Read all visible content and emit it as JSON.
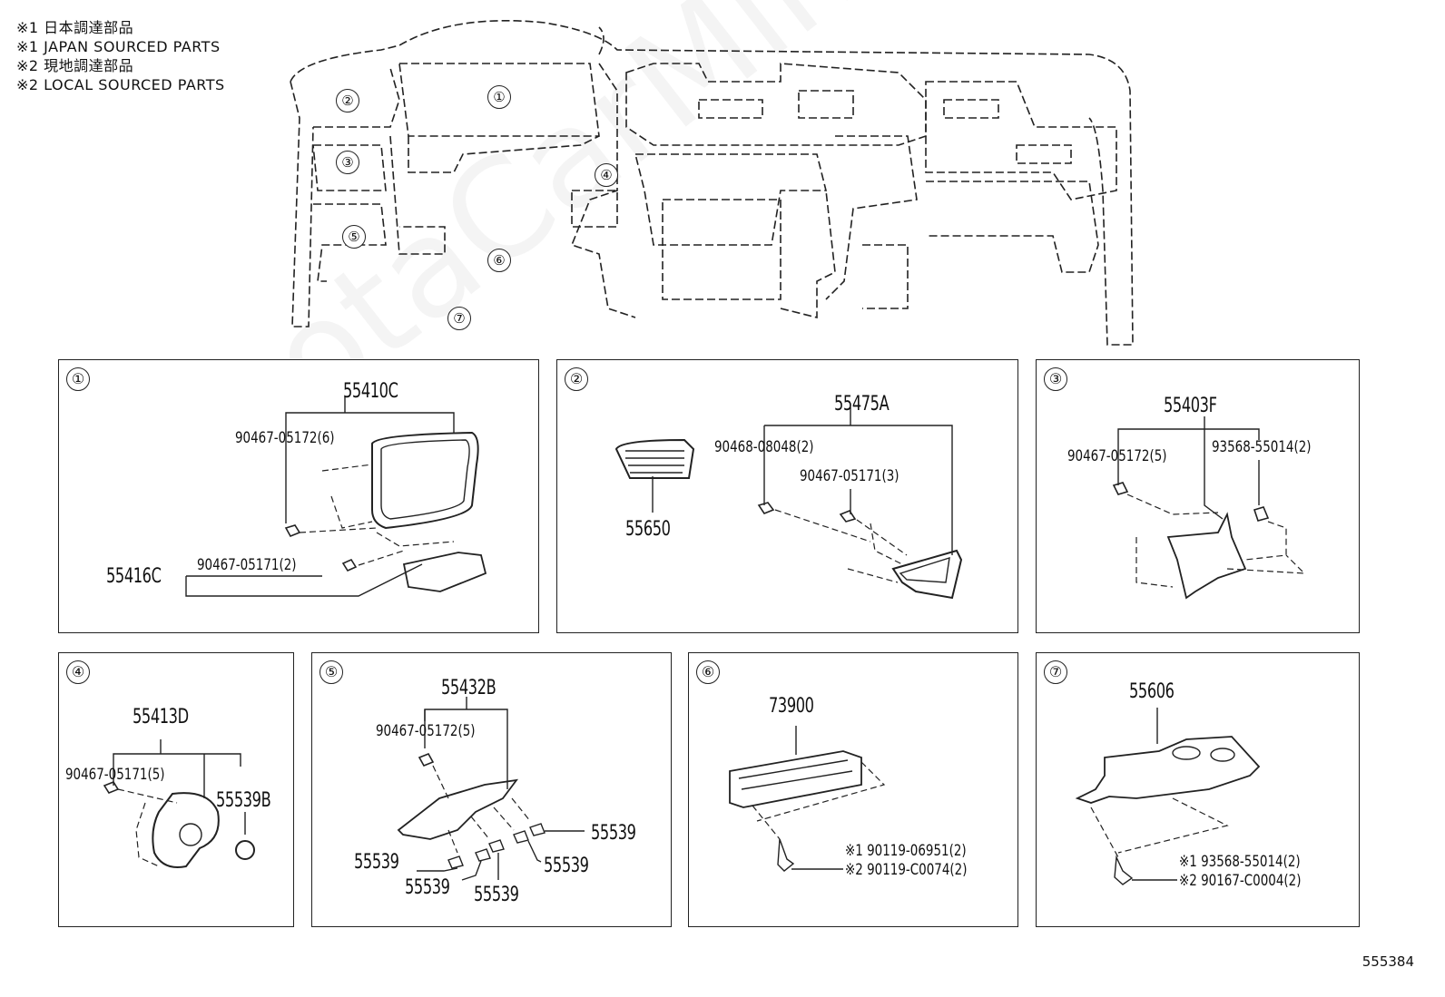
{
  "legend": [
    "※1 日本調達部品",
    "※1 JAPAN SOURCED PARTS",
    "※2 現地調達部品",
    "※2 LOCAL SOURCED PARTS"
  ],
  "overview_callouts": [
    "①",
    "②",
    "③",
    "④",
    "⑤",
    "⑥",
    "⑦"
  ],
  "panels": {
    "p1": {
      "index": "①",
      "labels": [
        "55410C",
        "90467-05172(6)",
        "90467-05171(2)",
        "55416C"
      ]
    },
    "p2": {
      "index": "②",
      "labels": [
        "55475A",
        "90468-08048(2)",
        "90467-05171(3)",
        "55650"
      ]
    },
    "p3": {
      "index": "③",
      "labels": [
        "55403F",
        "90467-05172(5)",
        "93568-55014(2)"
      ]
    },
    "p4": {
      "index": "④",
      "labels": [
        "55413D",
        "90467-05171(5)",
        "55539B"
      ]
    },
    "p5": {
      "index": "⑤",
      "labels": [
        "55432B",
        "90467-05172(5)",
        "55539",
        "55539",
        "55539",
        "55539",
        "55539"
      ]
    },
    "p6": {
      "index": "⑥",
      "labels": [
        "73900",
        "※1 90119-06951(2)",
        "※2 90119-C0074(2)"
      ]
    },
    "p7": {
      "index": "⑦",
      "labels": [
        "55606",
        "※1 93568-55014(2)",
        "※2 90167-C0004(2)"
      ]
    }
  },
  "diagram_code": "555384",
  "watermark": "ToyotaCarMine.ru"
}
